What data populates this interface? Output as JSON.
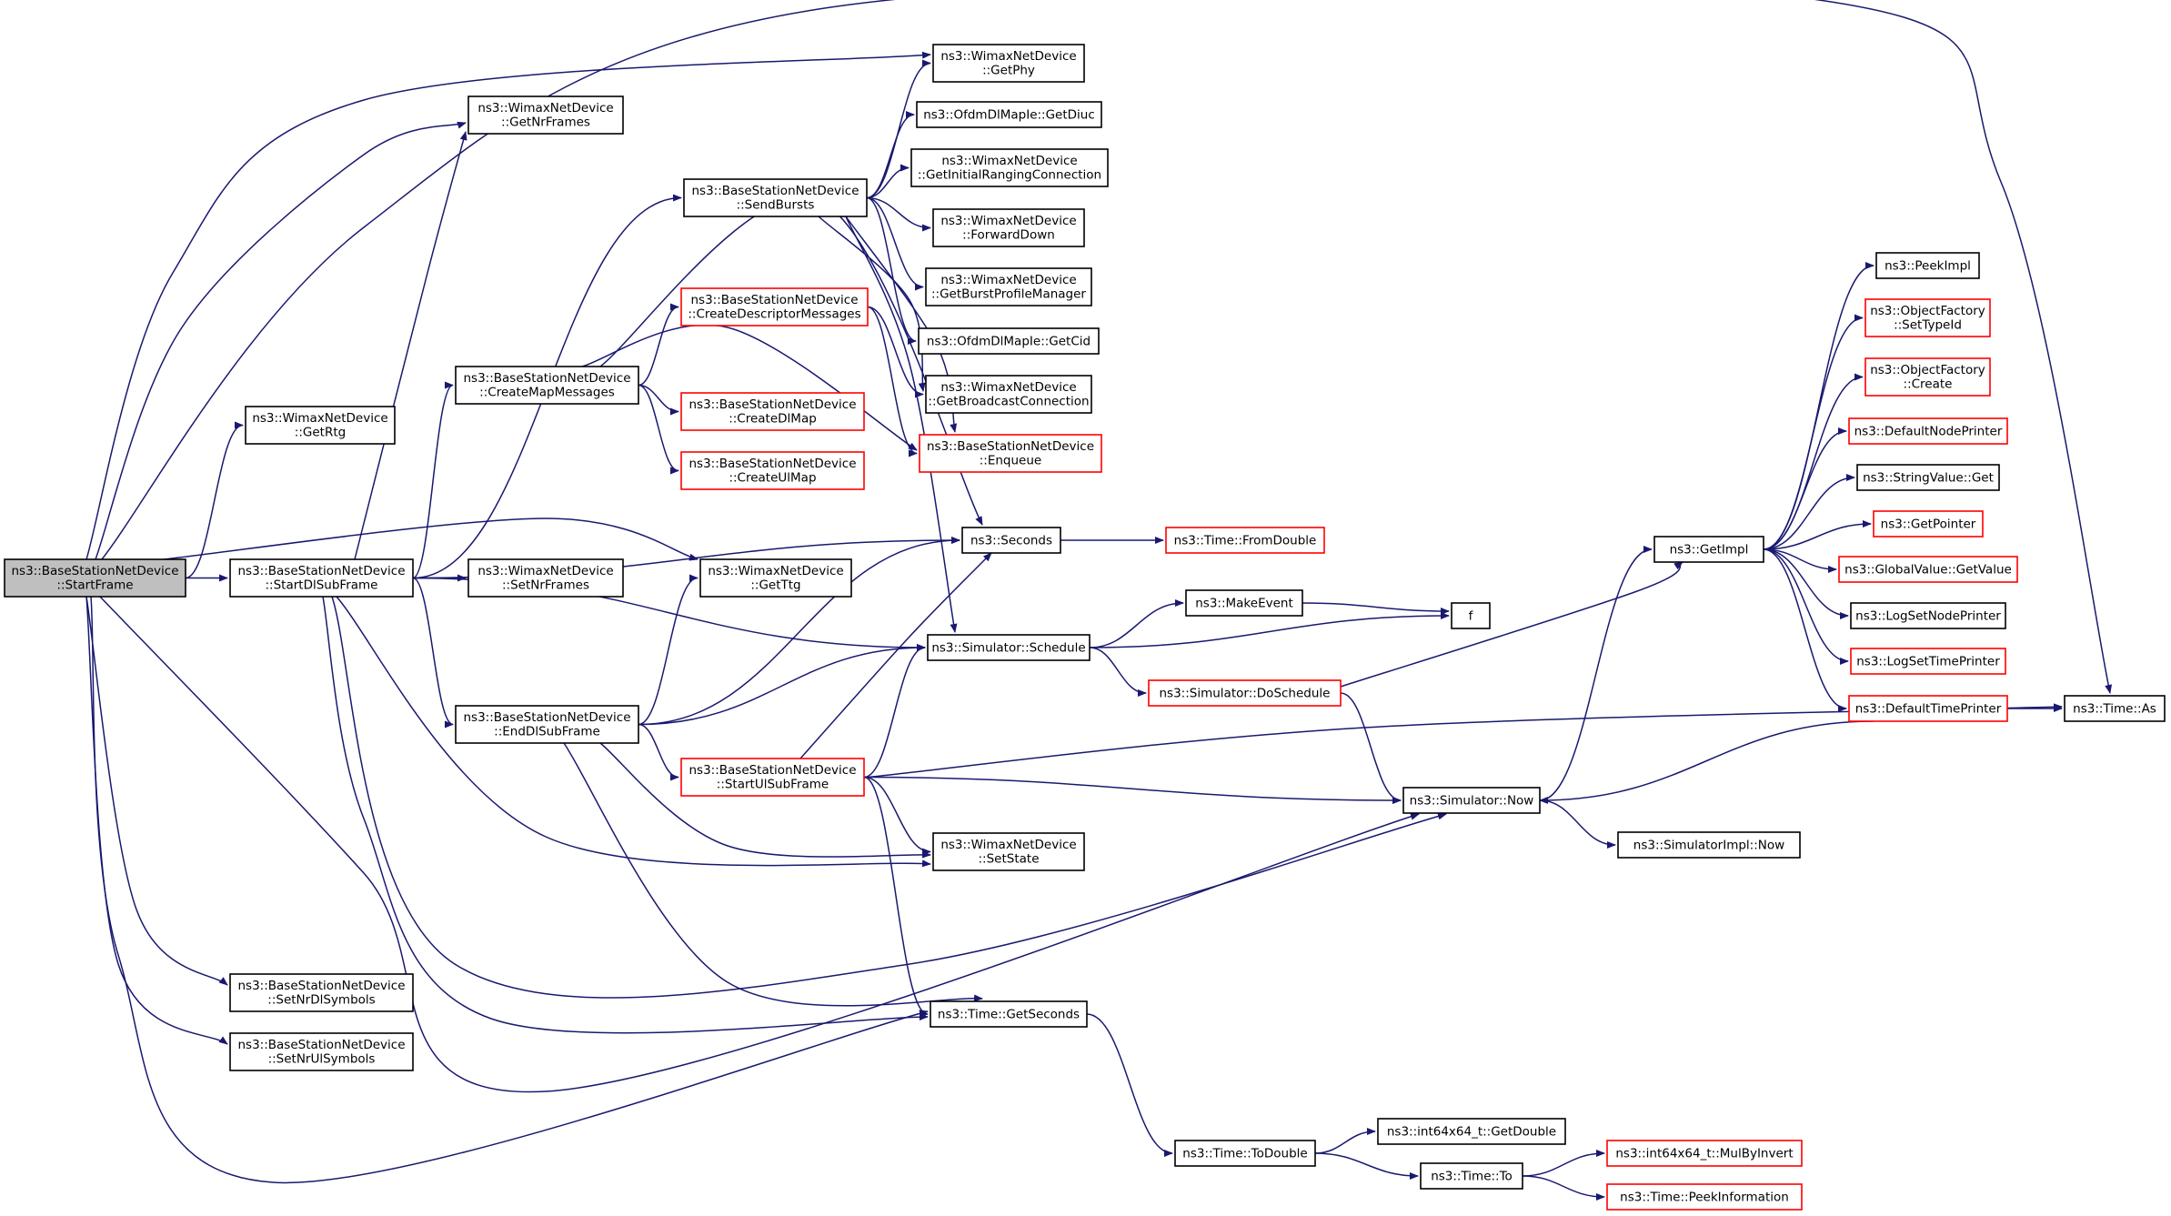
{
  "colors": {
    "edge": "#191970",
    "root_fill": "#bfbfbf",
    "node_border_black": "#000000",
    "node_border_red": "#ff0000",
    "node_fill": "#ffffff"
  },
  "nodes": [
    {
      "id": "startframe",
      "lines": [
        "ns3::BaseStationNetDevice",
        "::StartFrame"
      ],
      "style": "root"
    },
    {
      "id": "getnrframes",
      "lines": [
        "ns3::WimaxNetDevice",
        "::GetNrFrames"
      ],
      "style": "black"
    },
    {
      "id": "getrtg",
      "lines": [
        "ns3::WimaxNetDevice",
        "::GetRtg"
      ],
      "style": "black"
    },
    {
      "id": "startdl",
      "lines": [
        "ns3::BaseStationNetDevice",
        "::StartDlSubFrame"
      ],
      "style": "black"
    },
    {
      "id": "setnrdl",
      "lines": [
        "ns3::BaseStationNetDevice",
        "::SetNrDlSymbols"
      ],
      "style": "black"
    },
    {
      "id": "setnrul",
      "lines": [
        "ns3::BaseStationNetDevice",
        "::SetNrUlSymbols"
      ],
      "style": "black"
    },
    {
      "id": "sendbursts",
      "lines": [
        "ns3::BaseStationNetDevice",
        "::SendBursts"
      ],
      "style": "black"
    },
    {
      "id": "createmap",
      "lines": [
        "ns3::BaseStationNetDevice",
        "::CreateMapMessages"
      ],
      "style": "black"
    },
    {
      "id": "setnrframes",
      "lines": [
        "ns3::WimaxNetDevice",
        "::SetNrFrames"
      ],
      "style": "black"
    },
    {
      "id": "enddl",
      "lines": [
        "ns3::BaseStationNetDevice",
        "::EndDlSubFrame"
      ],
      "style": "black"
    },
    {
      "id": "createdesc",
      "lines": [
        "ns3::BaseStationNetDevice",
        "::CreateDescriptorMessages"
      ],
      "style": "red"
    },
    {
      "id": "createdlmap",
      "lines": [
        "ns3::BaseStationNetDevice",
        "::CreateDlMap"
      ],
      "style": "red"
    },
    {
      "id": "createulmap",
      "lines": [
        "ns3::BaseStationNetDevice",
        "::CreateUlMap"
      ],
      "style": "red"
    },
    {
      "id": "gettg",
      "lines": [
        "ns3::WimaxNetDevice",
        "::GetTtg"
      ],
      "style": "black"
    },
    {
      "id": "startul",
      "lines": [
        "ns3::BaseStationNetDevice",
        "::StartUlSubFrame"
      ],
      "style": "red"
    },
    {
      "id": "getphy",
      "lines": [
        "ns3::WimaxNetDevice",
        "::GetPhy"
      ],
      "style": "black"
    },
    {
      "id": "getdiuc",
      "lines": [
        "ns3::OfdmDlMapIe::GetDiuc"
      ],
      "style": "black"
    },
    {
      "id": "getinitrng",
      "lines": [
        "ns3::WimaxNetDevice",
        "::GetInitialRangingConnection"
      ],
      "style": "black"
    },
    {
      "id": "forwarddown",
      "lines": [
        "ns3::WimaxNetDevice",
        "::ForwardDown"
      ],
      "style": "black"
    },
    {
      "id": "getburstprof",
      "lines": [
        "ns3::WimaxNetDevice",
        "::GetBurstProfileManager"
      ],
      "style": "black"
    },
    {
      "id": "getcid",
      "lines": [
        "ns3::OfdmDlMapIe::GetCid"
      ],
      "style": "black"
    },
    {
      "id": "getbcast",
      "lines": [
        "ns3::WimaxNetDevice",
        "::GetBroadcastConnection"
      ],
      "style": "black"
    },
    {
      "id": "enqueue",
      "lines": [
        "ns3::BaseStationNetDevice",
        "::Enqueue"
      ],
      "style": "red"
    },
    {
      "id": "seconds",
      "lines": [
        "ns3::Seconds"
      ],
      "style": "black"
    },
    {
      "id": "schedule",
      "lines": [
        "ns3::Simulator::Schedule"
      ],
      "style": "black"
    },
    {
      "id": "setstate",
      "lines": [
        "ns3::WimaxNetDevice",
        "::SetState"
      ],
      "style": "black"
    },
    {
      "id": "getseconds",
      "lines": [
        "ns3::Time::GetSeconds"
      ],
      "style": "black"
    },
    {
      "id": "fromdouble",
      "lines": [
        "ns3::Time::FromDouble"
      ],
      "style": "red"
    },
    {
      "id": "makeevent",
      "lines": [
        "ns3::MakeEvent"
      ],
      "style": "black"
    },
    {
      "id": "doschedule",
      "lines": [
        "ns3::Simulator::DoSchedule"
      ],
      "style": "red"
    },
    {
      "id": "todouble",
      "lines": [
        "ns3::Time::ToDouble"
      ],
      "style": "black"
    },
    {
      "id": "f",
      "lines": [
        "f"
      ],
      "style": "black"
    },
    {
      "id": "simnow",
      "lines": [
        "ns3::Simulator::Now"
      ],
      "style": "black"
    },
    {
      "id": "getdouble",
      "lines": [
        "ns3::int64x64_t::GetDouble"
      ],
      "style": "black"
    },
    {
      "id": "timeto",
      "lines": [
        "ns3::Time::To"
      ],
      "style": "black"
    },
    {
      "id": "getimpl",
      "lines": [
        "ns3::GetImpl"
      ],
      "style": "black"
    },
    {
      "id": "simimplnow",
      "lines": [
        "ns3::SimulatorImpl::Now"
      ],
      "style": "black"
    },
    {
      "id": "mulbyinvert",
      "lines": [
        "ns3::int64x64_t::MulByInvert"
      ],
      "style": "red"
    },
    {
      "id": "peekinfo",
      "lines": [
        "ns3::Time::PeekInformation"
      ],
      "style": "red"
    },
    {
      "id": "peekimpl",
      "lines": [
        "ns3::PeekImpl"
      ],
      "style": "black"
    },
    {
      "id": "settypeid",
      "lines": [
        "ns3::ObjectFactory",
        "::SetTypeId"
      ],
      "style": "red"
    },
    {
      "id": "ofcreate",
      "lines": [
        "ns3::ObjectFactory",
        "::Create"
      ],
      "style": "red"
    },
    {
      "id": "defnodeprinter",
      "lines": [
        "ns3::DefaultNodePrinter"
      ],
      "style": "red"
    },
    {
      "id": "stringget",
      "lines": [
        "ns3::StringValue::Get"
      ],
      "style": "black"
    },
    {
      "id": "getpointer",
      "lines": [
        "ns3::GetPointer"
      ],
      "style": "red"
    },
    {
      "id": "gvgetvalue",
      "lines": [
        "ns3::GlobalValue::GetValue"
      ],
      "style": "red"
    },
    {
      "id": "logsetnode",
      "lines": [
        "ns3::LogSetNodePrinter"
      ],
      "style": "black"
    },
    {
      "id": "logsettime",
      "lines": [
        "ns3::LogSetTimePrinter"
      ],
      "style": "red"
    },
    {
      "id": "deftimeprinter",
      "lines": [
        "ns3::DefaultTimePrinter"
      ],
      "style": "red"
    },
    {
      "id": "timeas",
      "lines": [
        "ns3::Time::As"
      ],
      "style": "black"
    }
  ],
  "edges": [
    {
      "from": "startframe",
      "to": "getnrframes"
    },
    {
      "from": "startframe",
      "to": "getrtg"
    },
    {
      "from": "startframe",
      "to": "startdl"
    },
    {
      "from": "startframe",
      "to": "setnrdl"
    },
    {
      "from": "startframe",
      "to": "setnrul"
    },
    {
      "from": "startframe",
      "to": "getphy"
    },
    {
      "from": "startframe",
      "to": "gettg"
    },
    {
      "from": "startframe",
      "to": "getseconds"
    },
    {
      "from": "startframe",
      "to": "simnow"
    },
    {
      "from": "startframe",
      "to": "timeas"
    },
    {
      "from": "startdl",
      "to": "getnrframes"
    },
    {
      "from": "startdl",
      "to": "sendbursts"
    },
    {
      "from": "startdl",
      "to": "createmap"
    },
    {
      "from": "startdl",
      "to": "setnrframes"
    },
    {
      "from": "startdl",
      "to": "enddl"
    },
    {
      "from": "startdl",
      "to": "seconds"
    },
    {
      "from": "startdl",
      "to": "schedule"
    },
    {
      "from": "startdl",
      "to": "setstate"
    },
    {
      "from": "startdl",
      "to": "getseconds"
    },
    {
      "from": "startdl",
      "to": "simnow"
    },
    {
      "from": "sendbursts",
      "to": "getphy"
    },
    {
      "from": "sendbursts",
      "to": "getdiuc"
    },
    {
      "from": "sendbursts",
      "to": "getinitrng"
    },
    {
      "from": "sendbursts",
      "to": "forwarddown"
    },
    {
      "from": "sendbursts",
      "to": "getburstprof"
    },
    {
      "from": "sendbursts",
      "to": "getcid"
    },
    {
      "from": "sendbursts",
      "to": "getbcast"
    },
    {
      "from": "sendbursts",
      "to": "enqueue"
    },
    {
      "from": "sendbursts",
      "to": "schedule"
    },
    {
      "from": "createmap",
      "to": "createdesc"
    },
    {
      "from": "createmap",
      "to": "createdlmap"
    },
    {
      "from": "createmap",
      "to": "createulmap"
    },
    {
      "from": "createmap",
      "to": "enqueue"
    },
    {
      "from": "createmap",
      "to": "seconds"
    },
    {
      "from": "createdesc",
      "to": "getbcast"
    },
    {
      "from": "createdesc",
      "to": "enqueue"
    },
    {
      "from": "enddl",
      "to": "gettg"
    },
    {
      "from": "enddl",
      "to": "seconds"
    },
    {
      "from": "enddl",
      "to": "schedule"
    },
    {
      "from": "enddl",
      "to": "startul"
    },
    {
      "from": "enddl",
      "to": "setstate"
    },
    {
      "from": "enddl",
      "to": "getseconds"
    },
    {
      "from": "startul",
      "to": "seconds"
    },
    {
      "from": "startul",
      "to": "schedule"
    },
    {
      "from": "startul",
      "to": "setstate"
    },
    {
      "from": "startul",
      "to": "getseconds"
    },
    {
      "from": "startul",
      "to": "simnow"
    },
    {
      "from": "startul",
      "to": "timeas"
    },
    {
      "from": "seconds",
      "to": "fromdouble"
    },
    {
      "from": "schedule",
      "to": "makeevent"
    },
    {
      "from": "schedule",
      "to": "f"
    },
    {
      "from": "schedule",
      "to": "doschedule"
    },
    {
      "from": "makeevent",
      "to": "f"
    },
    {
      "from": "doschedule",
      "to": "getimpl"
    },
    {
      "from": "doschedule",
      "to": "simnow"
    },
    {
      "from": "getseconds",
      "to": "todouble"
    },
    {
      "from": "todouble",
      "to": "getdouble"
    },
    {
      "from": "todouble",
      "to": "timeto"
    },
    {
      "from": "timeto",
      "to": "mulbyinvert"
    },
    {
      "from": "timeto",
      "to": "peekinfo"
    },
    {
      "from": "simnow",
      "to": "getimpl"
    },
    {
      "from": "simnow",
      "to": "simimplnow"
    },
    {
      "from": "getimpl",
      "to": "peekimpl"
    },
    {
      "from": "getimpl",
      "to": "settypeid"
    },
    {
      "from": "getimpl",
      "to": "ofcreate"
    },
    {
      "from": "getimpl",
      "to": "defnodeprinter"
    },
    {
      "from": "getimpl",
      "to": "stringget"
    },
    {
      "from": "getimpl",
      "to": "getpointer"
    },
    {
      "from": "getimpl",
      "to": "gvgetvalue"
    },
    {
      "from": "getimpl",
      "to": "logsetnode"
    },
    {
      "from": "getimpl",
      "to": "logsettime"
    },
    {
      "from": "getimpl",
      "to": "deftimeprinter"
    },
    {
      "from": "deftimeprinter",
      "to": "simnow"
    },
    {
      "from": "deftimeprinter",
      "to": "timeas"
    }
  ]
}
